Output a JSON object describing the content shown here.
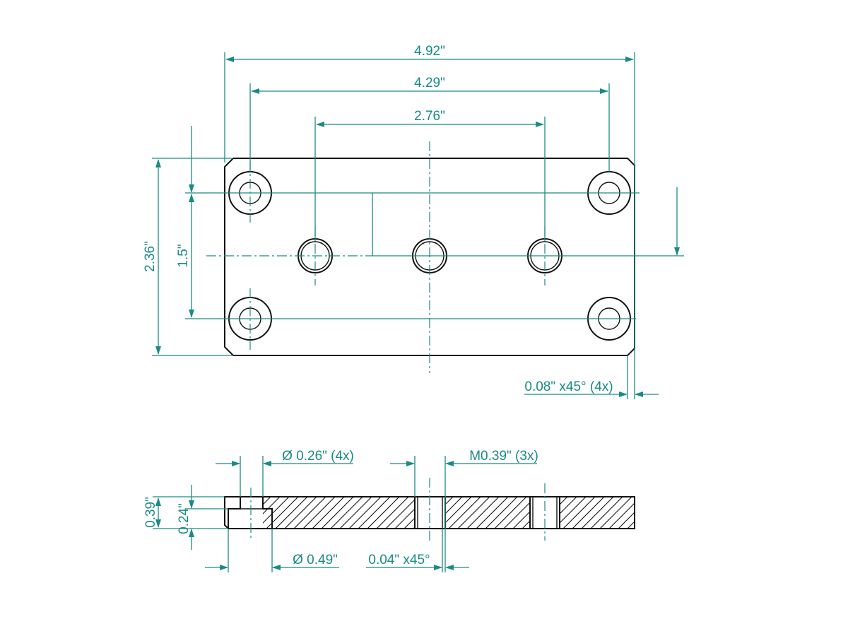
{
  "colors": {
    "dimension": "#1a8a84",
    "part": "#111111",
    "background": "#ffffff"
  },
  "top_view": {
    "overall_width": "4.92\"",
    "outer_hole_spacing": "4.29\"",
    "inner_hole_spacing": "2.76\"",
    "overall_height": "2.36\"",
    "hole_row_spacing": "1.5\"",
    "chamfer": "0.08\" x45° (4x)"
  },
  "section_view": {
    "counterbore_hole_diameter": "Ø 0.26\" (4x)",
    "thread_spec": "M0.39\" (3x)",
    "plate_thickness": "0.39\"",
    "counterbore_depth": "0.24\"",
    "counterbore_diameter": "Ø 0.49\"",
    "thread_chamfer": "0.04\" x45°"
  }
}
